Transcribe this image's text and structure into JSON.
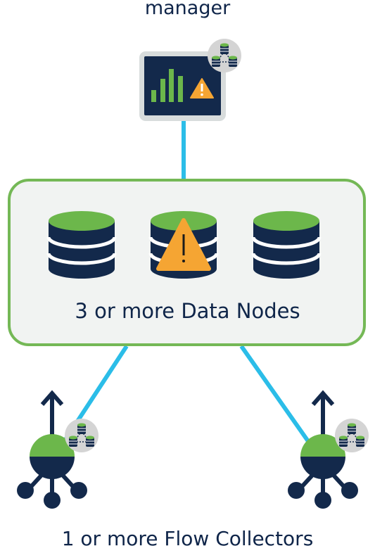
{
  "labels": {
    "manager": "manager",
    "data_nodes": "3 or more Data Nodes",
    "flow_collectors": "1 or more Flow Collectors"
  },
  "colors": {
    "navy": "#13294b",
    "green": "#6cb74b",
    "cyan": "#2bbde8",
    "warning_orange": "#f5a533",
    "panel_fill": "#f1f3f2",
    "panel_border": "#74b856",
    "badge_gray": "#d4d4d4"
  },
  "icons": {
    "manager": "monitor-bar-chart-warning-icon",
    "data_node": "database-icon",
    "data_node_warning": "database-warning-icon",
    "flow_collector": "flow-collector-icon",
    "cluster_badge": "database-cluster-badge-icon"
  }
}
